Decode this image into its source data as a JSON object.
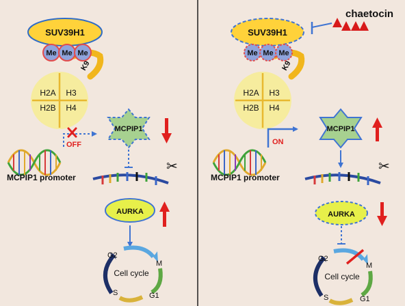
{
  "colors": {
    "background": "#f2e7de",
    "suv_fill": "#ffd23a",
    "suv_stroke": "#2f6cc7",
    "methyl_fill": "#8fa3dc",
    "methyl_stroke_left": "#e34b4b",
    "histone_fill": "#f6ec9e",
    "histone_cross": "#e8b830",
    "mcpip1_fill": "#a7d190",
    "aurka_fill": "#e7f04a",
    "up_down_arrow": "#e0201e",
    "flow_arrow": "#3f74d2",
    "chaetocin": "#d71a1a"
  },
  "left": {
    "suv39h1": "SUV39H1",
    "methyl": [
      "Me",
      "Me",
      "Me"
    ],
    "k9": "K9",
    "histones": [
      "H2A",
      "H3",
      "H2B",
      "H4"
    ],
    "switch": "OFF",
    "mcpip1": "MCPIP1",
    "mcpip1_change": "down",
    "promoter": "MCPIP1 promoter",
    "aurka": "AURKA",
    "aurka_change": "up",
    "cell_cycle": "Cell cycle",
    "phases": [
      "G2",
      "M",
      "G1",
      "S"
    ]
  },
  "right": {
    "drug": "chaetocin",
    "suv39h1": "SUV39H1",
    "methyl": [
      "Me",
      "Me",
      "Me"
    ],
    "k9": "K9",
    "histones": [
      "H2A",
      "H3",
      "H2B",
      "H4"
    ],
    "switch": "ON",
    "mcpip1": "MCPIP1",
    "mcpip1_change": "up",
    "promoter": "MCPIP1 promoter",
    "aurka": "AURKA",
    "aurka_change": "down",
    "cell_cycle": "Cell cycle",
    "phases": [
      "G2",
      "M",
      "G1",
      "S"
    ]
  }
}
